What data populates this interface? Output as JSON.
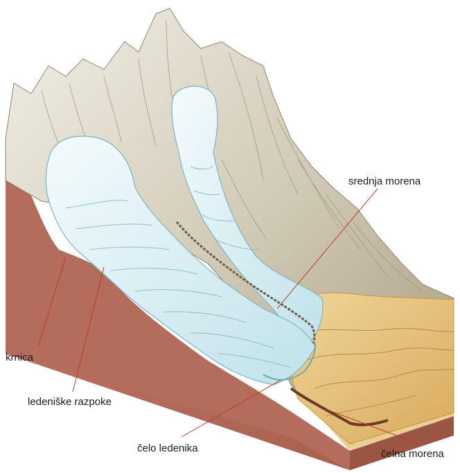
{
  "labels": {
    "srednja_morena": "srednja morena",
    "krnica": "krnica",
    "ledeniske_razpoke": "ledeniške razpoke",
    "celo_ledenika": "čelo ledenika",
    "celna_morena": "čelna morena"
  },
  "colors": {
    "soil_front": "#b86e60",
    "soil_side": "#9e5849",
    "ice": "#d8eff3",
    "ice_shadow": "#a9d3dd",
    "rock_light": "#e9e6dd",
    "rock_dark": "#a39a83",
    "valley_floor": "#e6c27a",
    "leader_line": "#c0392b"
  }
}
